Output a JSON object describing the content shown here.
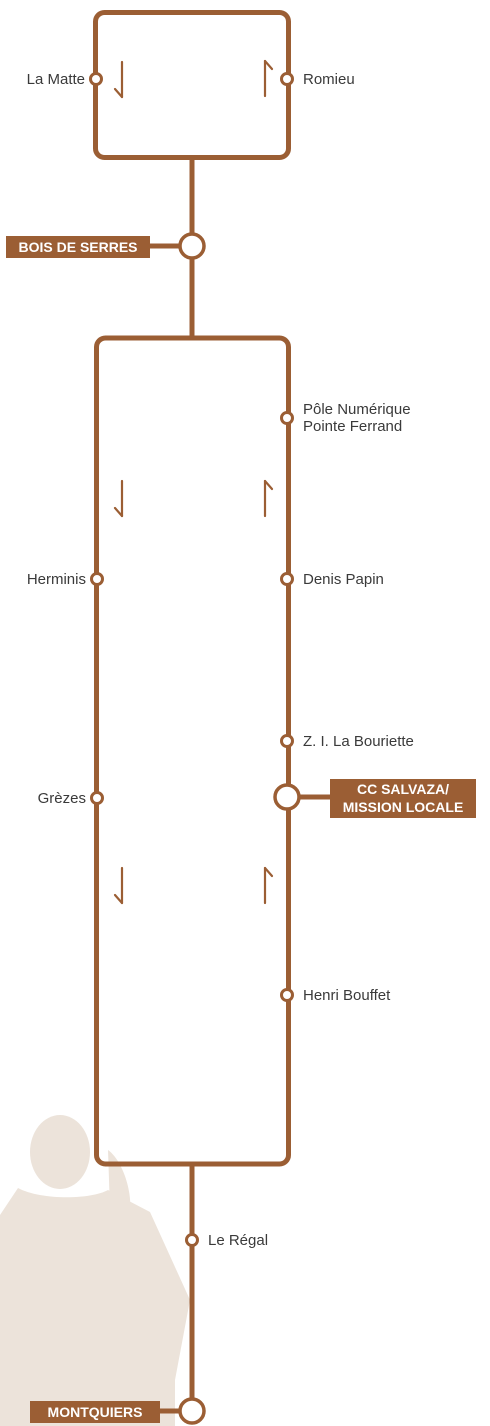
{
  "colors": {
    "line": "#9b5e34",
    "silhouette": "#ece3da",
    "text": "#3a3a3a",
    "tag_bg": "#9b5e34"
  },
  "major_stops": {
    "bois_de_serres": "BOIS DE SERRES",
    "cc_salvaza_line1": "CC SALVAZA/",
    "cc_salvaza_line2": "MISSION LOCALE",
    "montquiers": "MONTQUIERS"
  },
  "stops": {
    "la_matte": "La Matte",
    "romieu": "Romieu",
    "pole_numerique_line1": "Pôle Numérique",
    "pole_numerique_line2": "Pointe Ferrand",
    "herminis": "Herminis",
    "denis_papin": "Denis Papin",
    "zi_la_bouriette": "Z. I. La Bouriette",
    "grezes": "Grèzes",
    "henri_bouffet": "Henri Bouffet",
    "le_regal": "Le Régal"
  },
  "icons": {
    "down_arrow": "arrow-down-icon",
    "up_arrow": "arrow-up-icon",
    "silhouette": "person-silhouette"
  }
}
